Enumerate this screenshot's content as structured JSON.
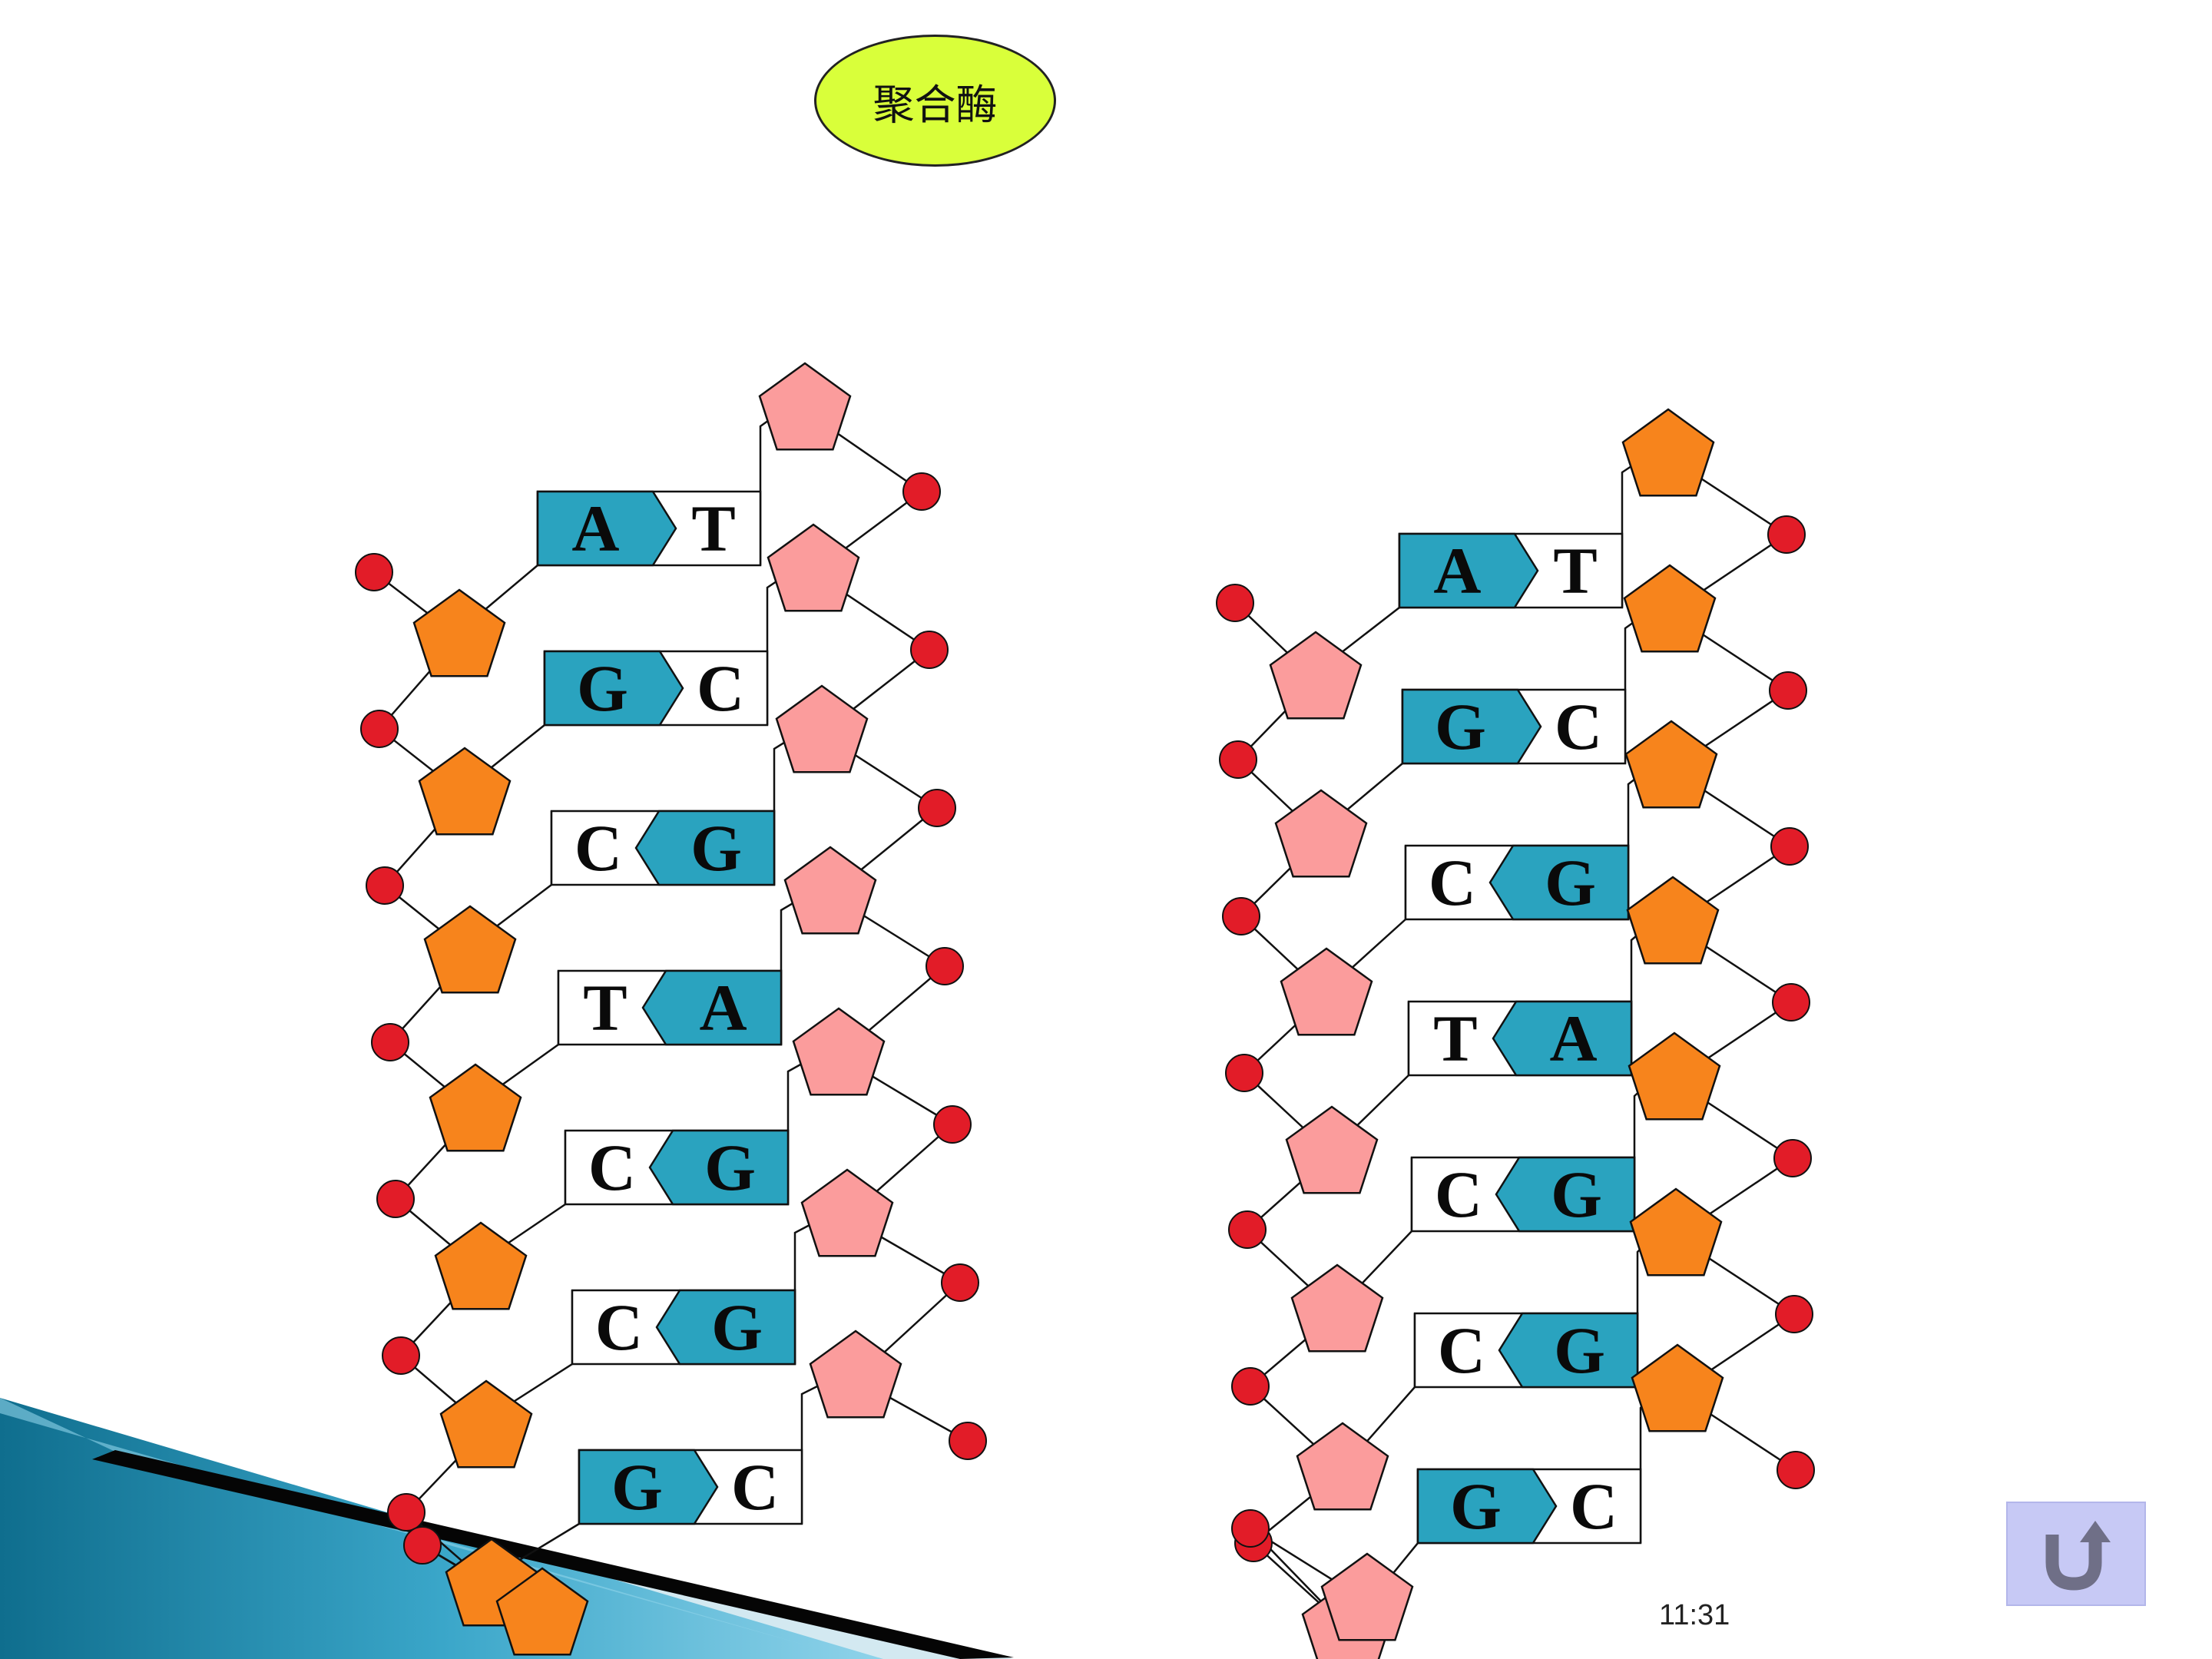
{
  "enzyme": {
    "label": "聚合酶"
  },
  "timestamp": "11:31",
  "colors": {
    "background": "#ffffff",
    "enzyme_fill": "#d9ff3a",
    "base_teal": "#2aa3bf",
    "sugar_orange": "#f7841c",
    "sugar_pink": "#fb9c9c",
    "phosphate_red": "#e21c28",
    "return_button": "#c7c9f5"
  },
  "strands": [
    {
      "name": "dna-strand-left",
      "left_sugar_color": "orange",
      "right_sugar_color": "pink",
      "pairs": [
        {
          "left": "A",
          "right": "T"
        },
        {
          "left": "G",
          "right": "C"
        },
        {
          "left": "C",
          "right": "G"
        },
        {
          "left": "T",
          "right": "A"
        },
        {
          "left": "C",
          "right": "G"
        },
        {
          "left": "C",
          "right": "G"
        },
        {
          "left": "G",
          "right": "C"
        }
      ]
    },
    {
      "name": "dna-strand-right",
      "left_sugar_color": "pink",
      "right_sugar_color": "orange",
      "pairs": [
        {
          "left": "A",
          "right": "T"
        },
        {
          "left": "G",
          "right": "C"
        },
        {
          "left": "C",
          "right": "G"
        },
        {
          "left": "T",
          "right": "A"
        },
        {
          "left": "C",
          "right": "G"
        },
        {
          "left": "C",
          "right": "G"
        },
        {
          "left": "G",
          "right": "C"
        }
      ]
    }
  ],
  "icons": {
    "return": "u-turn-arrow-icon"
  }
}
